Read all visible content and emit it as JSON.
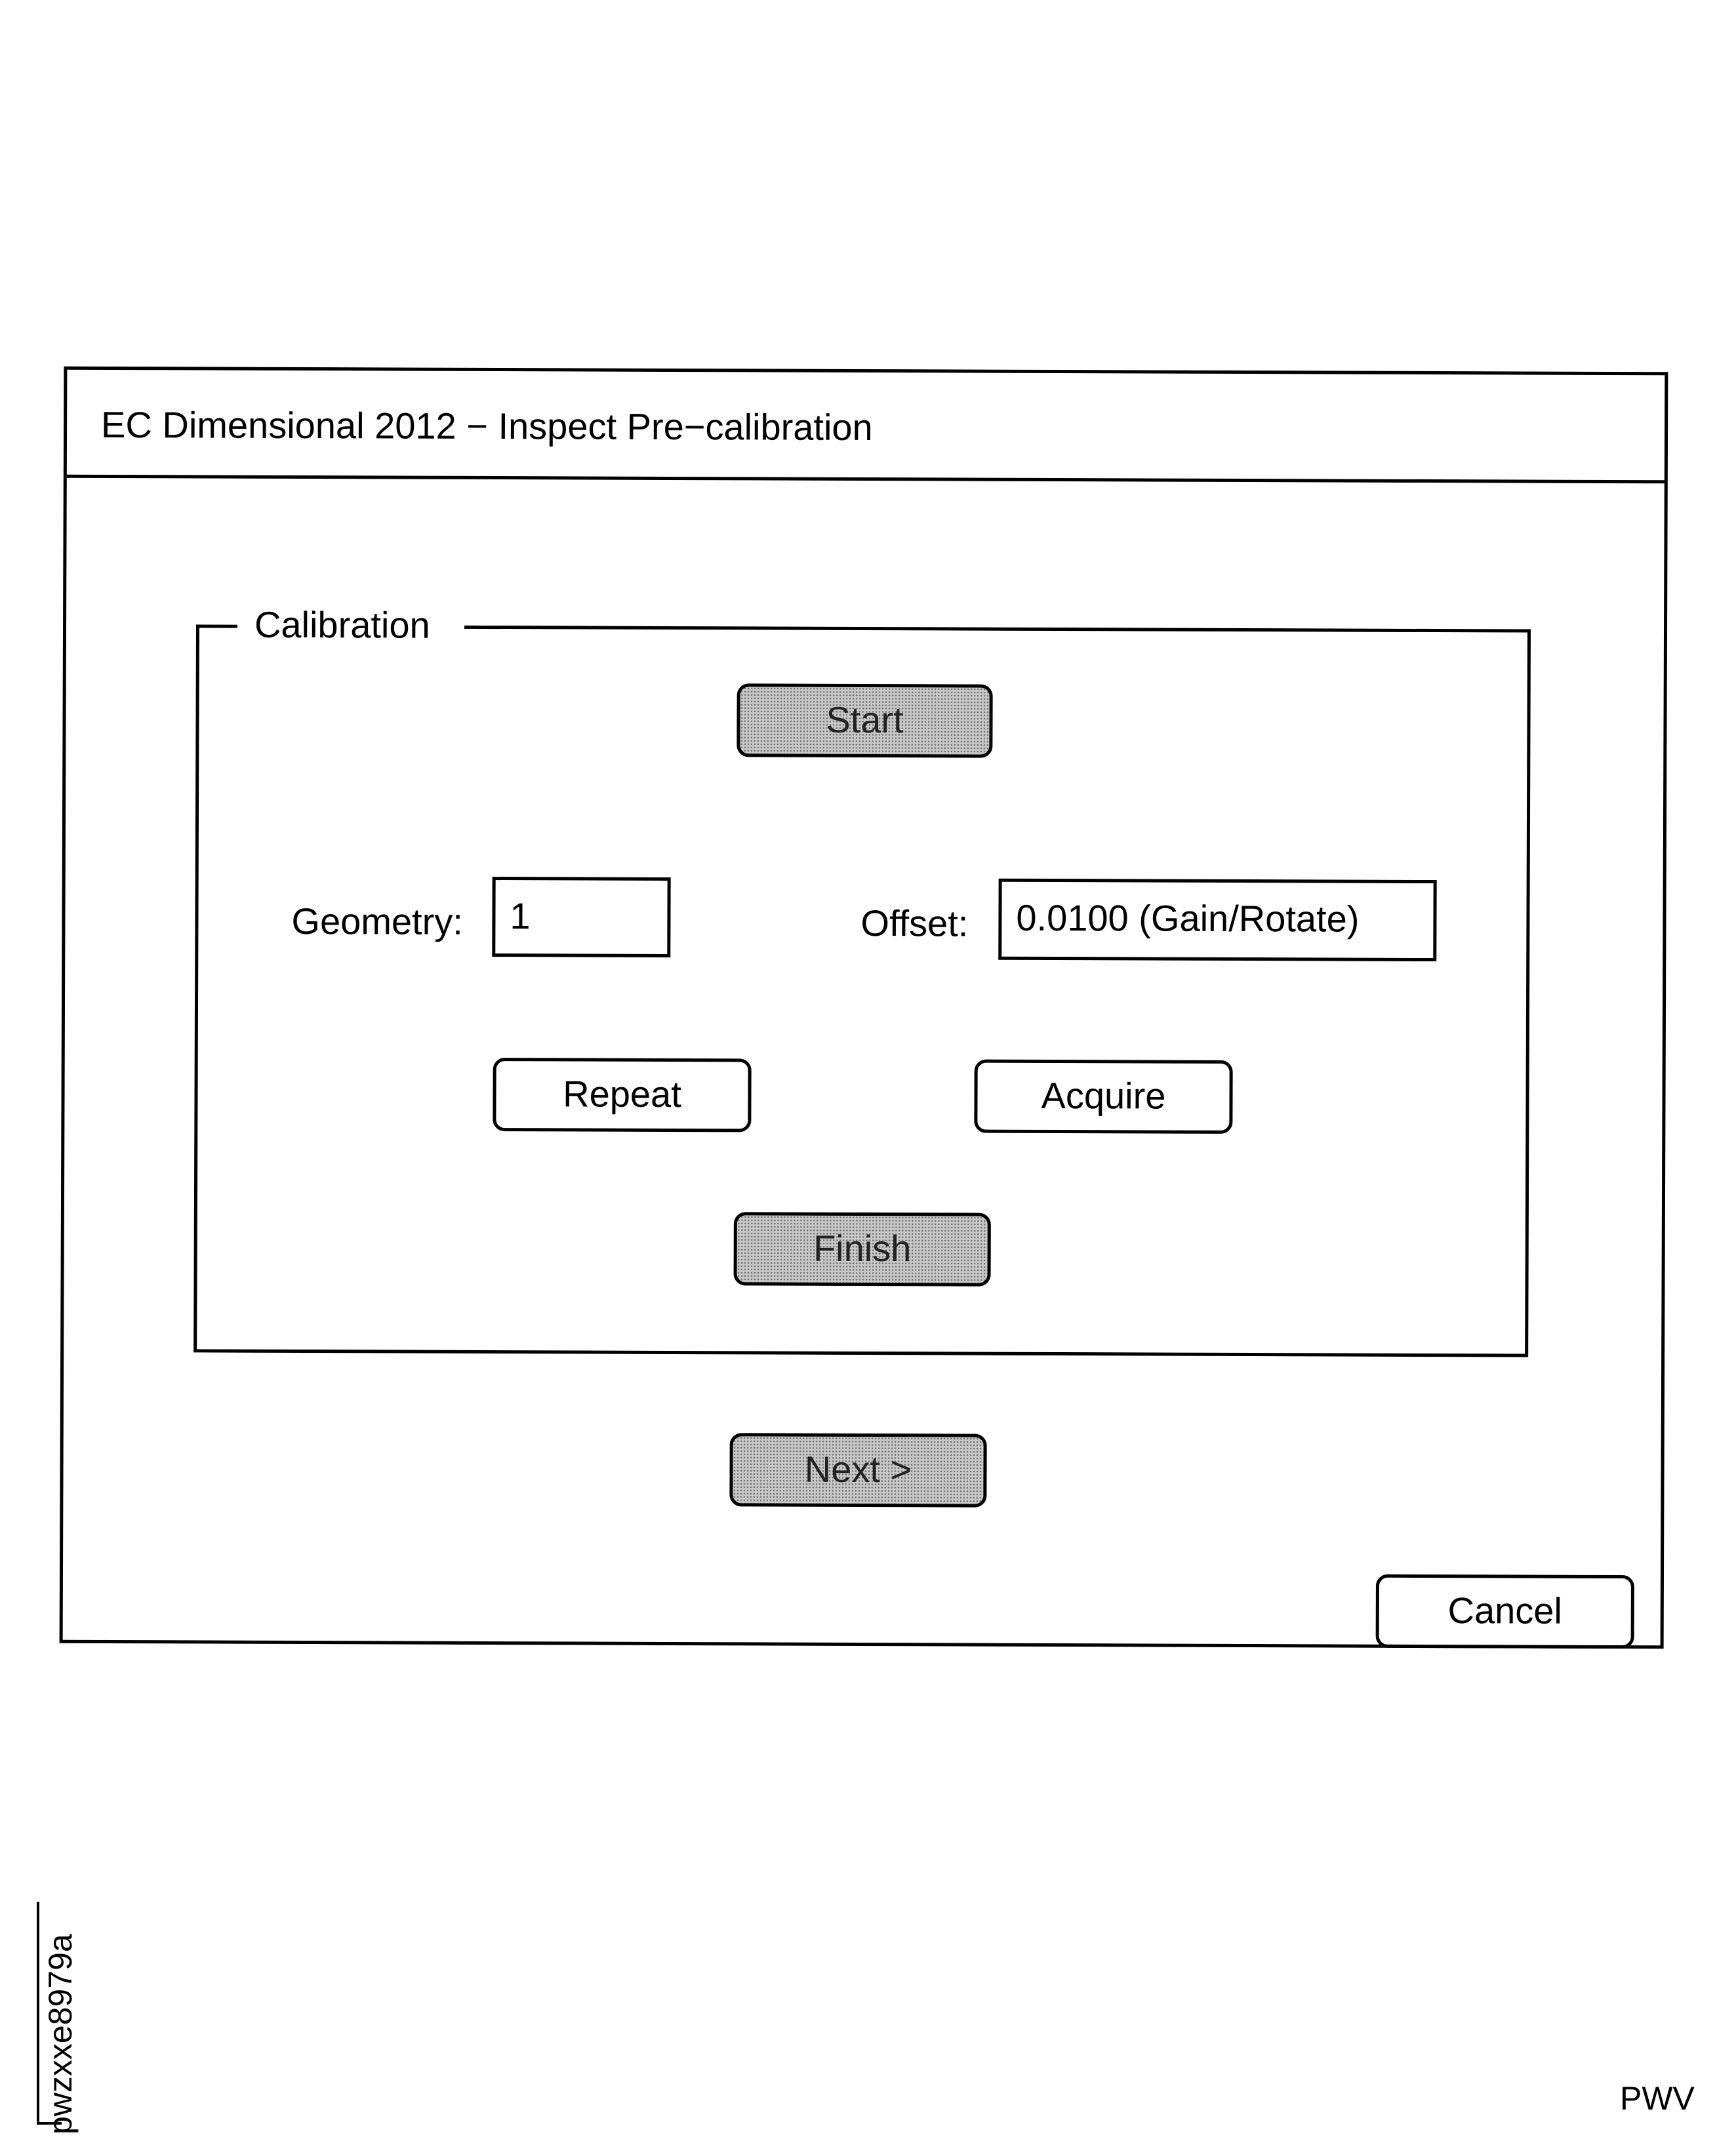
{
  "window": {
    "title": "EC Dimensional 2012 − Inspect Pre−calibration"
  },
  "calibration_group": {
    "legend": "Calibration",
    "start_label": "Start",
    "geometry_label": "Geometry:",
    "geometry_value": "1",
    "offset_label": "Offset:",
    "offset_value": "0.0100 (Gain/Rotate)",
    "repeat_label": "Repeat",
    "acquire_label": "Acquire",
    "finish_label": "Finish"
  },
  "footer": {
    "next_label": "Next >",
    "cancel_label": "Cancel"
  },
  "figure_codes": {
    "side": "pwzxxe8979a",
    "corner": "PWV"
  }
}
